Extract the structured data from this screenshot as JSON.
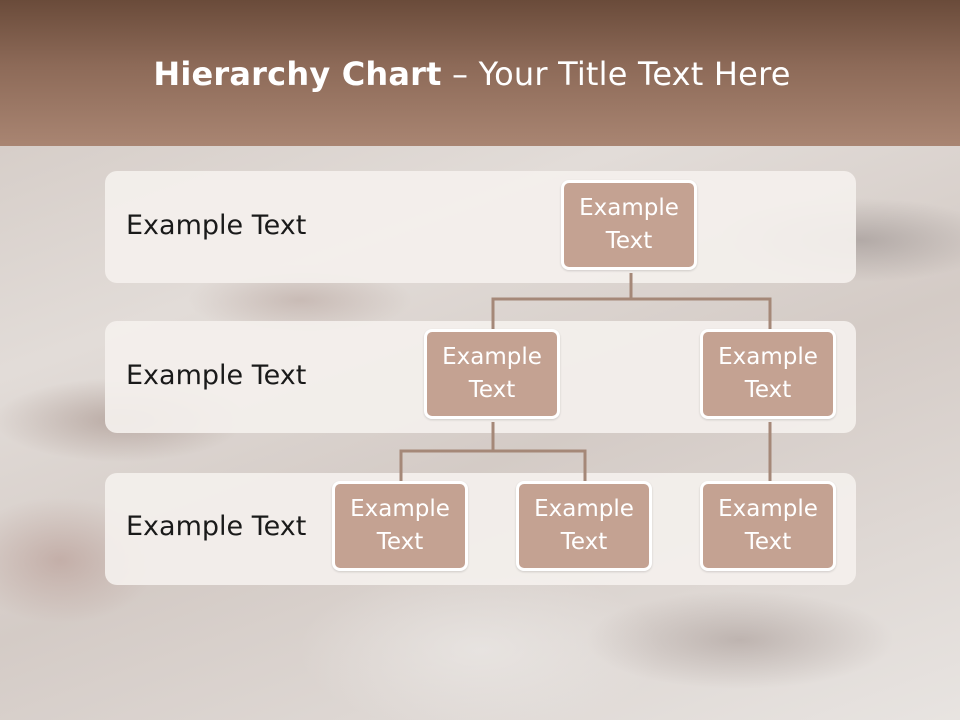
{
  "title": {
    "bold": "Hierarchy Chart",
    "rest": " – Your Title Text Here"
  },
  "levels": [
    {
      "label": "Example Text"
    },
    {
      "label": "Example Text"
    },
    {
      "label": "Example Text"
    }
  ],
  "nodes": {
    "root": "Example Text",
    "l2_left": "Example Text",
    "l2_right": "Example Text",
    "l3_a": "Example Text",
    "l3_b": "Example Text",
    "l3_c": "Example Text"
  },
  "colors": {
    "header": "#8d6a58",
    "node_fill": "#c4a292",
    "connector": "#a58878",
    "band": "#f4f0ed"
  }
}
